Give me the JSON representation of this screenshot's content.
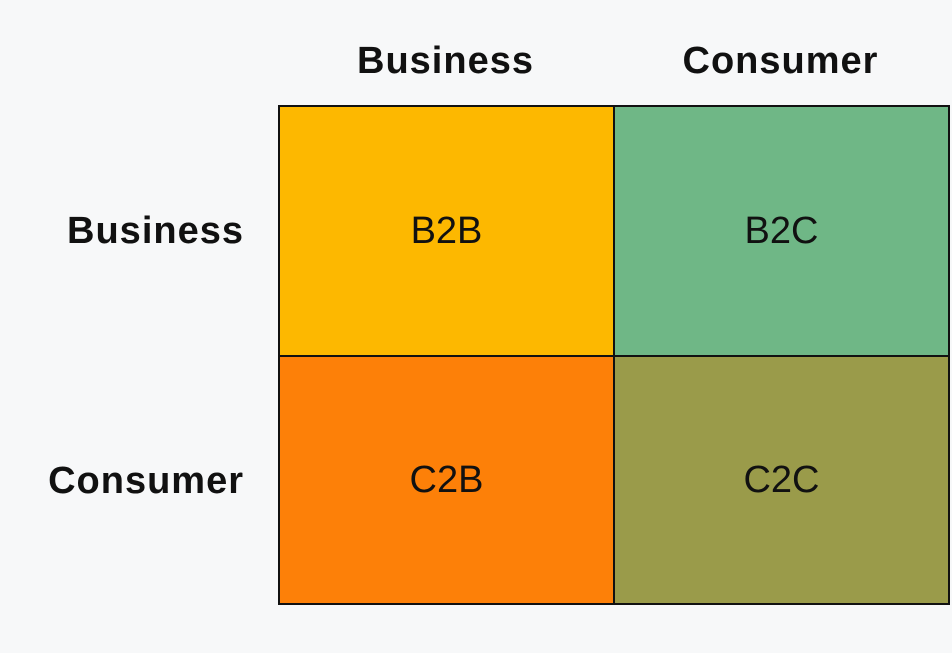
{
  "columns": [
    "Business",
    "Consumer"
  ],
  "rows": [
    "Business",
    "Consumer"
  ],
  "cells": [
    {
      "label": "B2B",
      "color": "#fdb800"
    },
    {
      "label": "B2C",
      "color": "#6fb786"
    },
    {
      "label": "C2B",
      "color": "#fd8008"
    },
    {
      "label": "C2C",
      "color": "#9a9b4a"
    }
  ]
}
